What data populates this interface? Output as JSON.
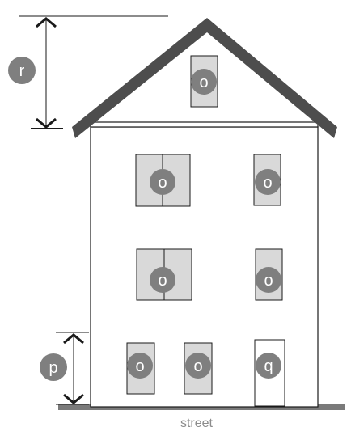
{
  "diagram": {
    "street_label": "street",
    "markers": {
      "roof_height": "r",
      "ground_floor_height": "p",
      "window": "o",
      "door": "q"
    },
    "colors": {
      "roof": "#4d4d4d",
      "ground": "#7a7a7a",
      "marker_fill": "#7f7f7f",
      "window_fill": "#d9d9d9",
      "outline": "#1a1a1a",
      "street_text": "#8c8c8c"
    }
  }
}
